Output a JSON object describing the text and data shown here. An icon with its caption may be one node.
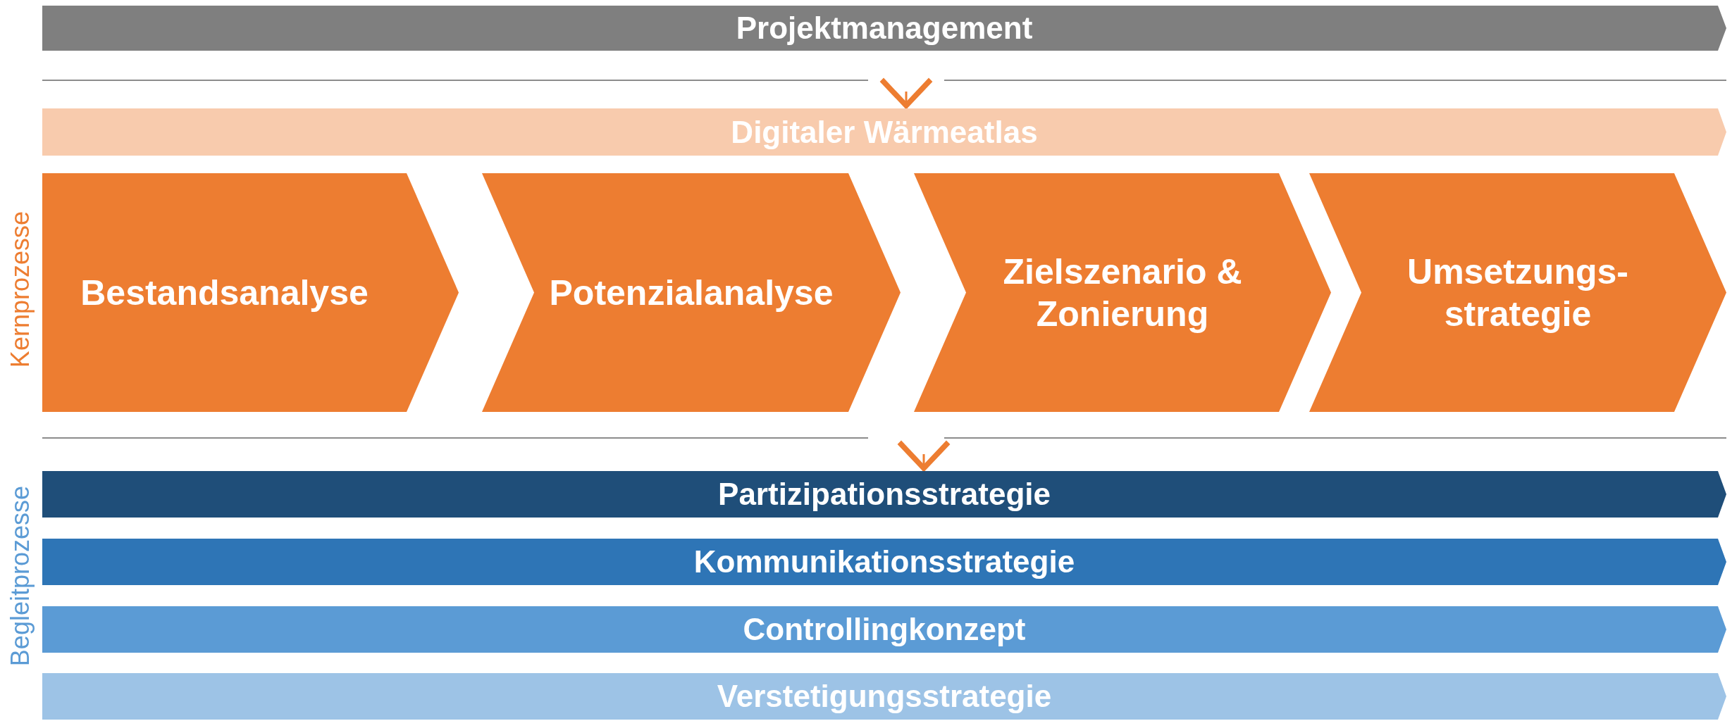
{
  "diagram": {
    "nodes": [
      {
        "text": [
          "Projektmanagement"
        ]
      },
      {
        "text": [
          "Digitaler Wärmeatlas"
        ]
      },
      {
        "text": [
          "Bestandsanalyse"
        ]
      },
      {
        "text": [
          "Potenzialanalyse"
        ]
      },
      {
        "text": [
          "Zielszenario & Zonierung"
        ]
      },
      {
        "text": [
          "Umsetzungs- strategie"
        ]
      },
      {
        "text": [
          "Partizipationsstrategie"
        ]
      },
      {
        "text": [
          "Kommunikationsstrategie"
        ]
      },
      {
        "text": [
          "Controllingkonzept"
        ]
      },
      {
        "text": [
          "Verstetigungsstrategie"
        ]
      }
    ],
    "edges": [
      {
        "from": 0,
        "to": 1,
        "arrow": "to"
      },
      {
        "from": 4,
        "to": 6,
        "arrow": "to"
      }
    ],
    "labels": [
      "Kernprozesse",
      "Begleitprozesse"
    ]
  }
}
